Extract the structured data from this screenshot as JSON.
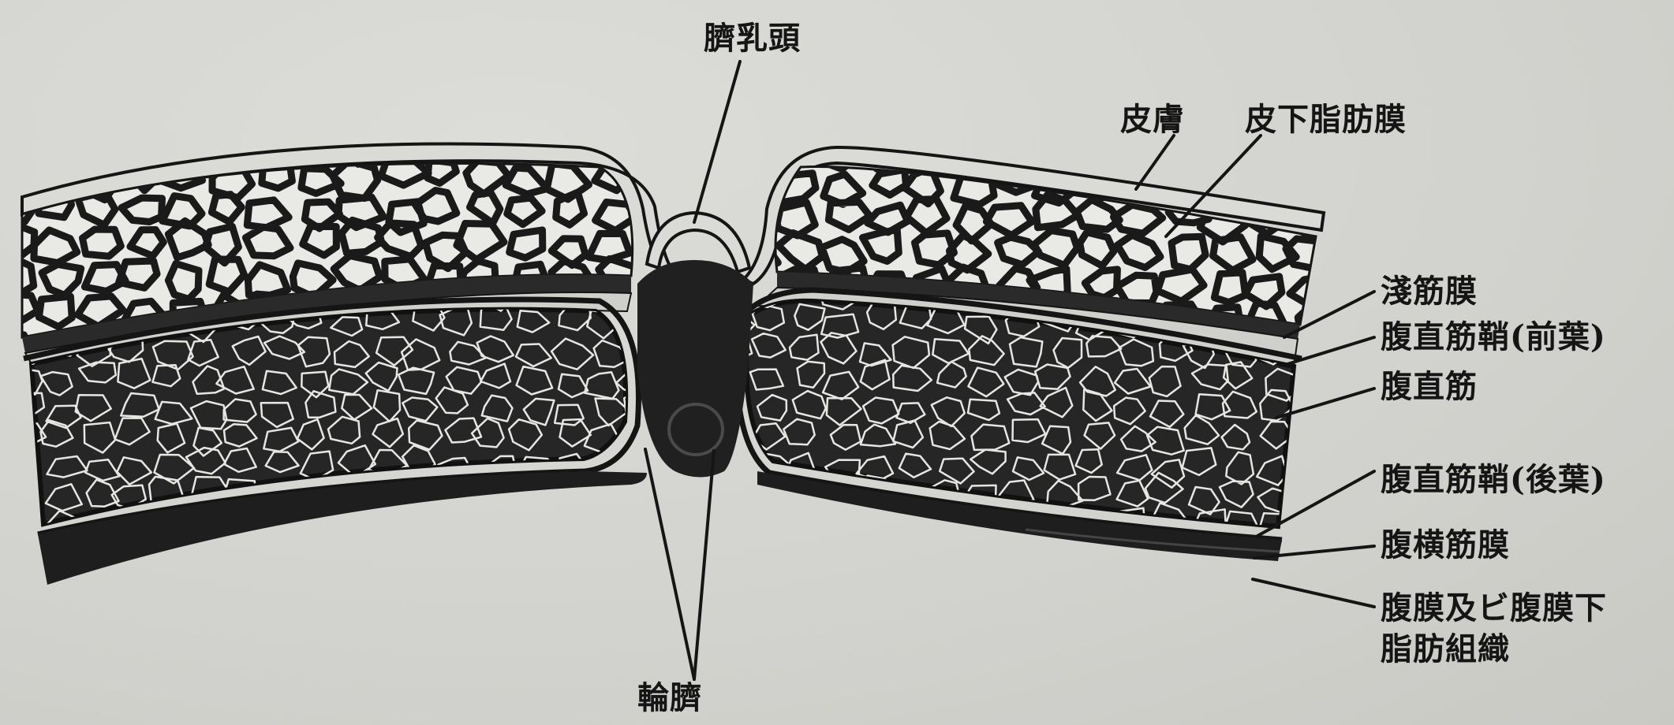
{
  "labels": {
    "umbilical_papilla": "臍乳頭",
    "skin": "皮膚",
    "subcutaneous_fascia": "皮下脂肪膜",
    "superficial_fascia": "淺筋膜",
    "rectus_sheath_anterior": "腹直筋鞘(前葉)",
    "rectus_muscle": "腹直筋",
    "rectus_sheath_posterior": "腹直筋鞘(後葉)",
    "transversalis_fascia": "腹横筋膜",
    "peritoneum_line1": "腹膜及ビ腹膜下",
    "peritoneum_line2": "脂肪組織",
    "umbilical_ring": "輪臍"
  },
  "colors": {
    "paper": "#d4d4d0",
    "ink": "#151515",
    "fat_fill": "#e9e9e6",
    "muscle_fill": "#262626"
  }
}
